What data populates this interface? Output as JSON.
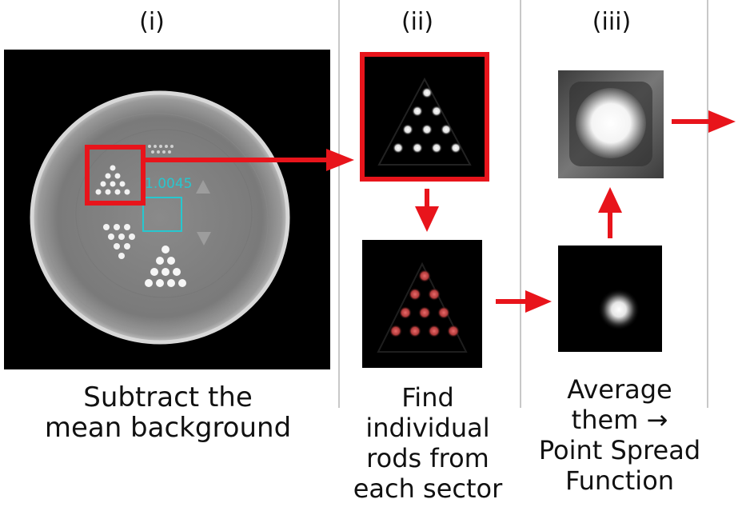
{
  "panels": [
    {
      "label": "(i)",
      "caption_lines": [
        "Subtract the",
        "mean background"
      ]
    },
    {
      "label": "(ii)",
      "caption_lines": [
        "Find",
        "individual",
        "rods from",
        "each sector"
      ]
    },
    {
      "label": "(iii)",
      "caption_lines": [
        "Average",
        "them →",
        "Point Spread",
        "Function"
      ]
    }
  ],
  "phantom_overlay_text": "1.0045",
  "colors": {
    "highlight": "#e8141b",
    "arrow": "#e8141b",
    "roi": "#27c7cf",
    "divider": "#c8c8c8",
    "image_bg": "#000000"
  }
}
